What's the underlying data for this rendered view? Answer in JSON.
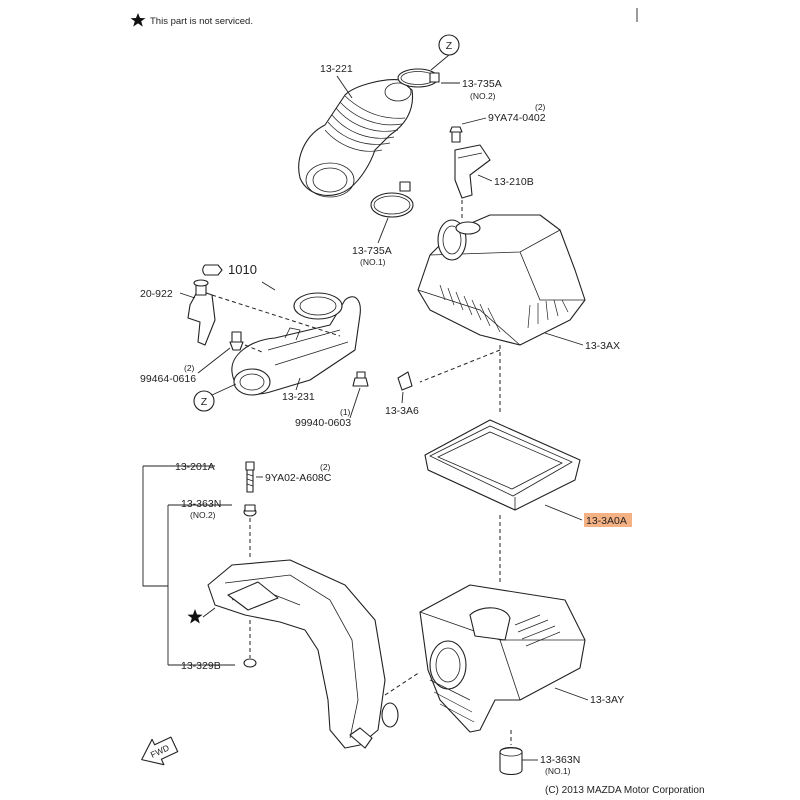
{
  "header": {
    "note": "This part is not serviced."
  },
  "copyright": "(C) 2013 MAZDA Motor Corporation",
  "callouts": {
    "z_top": "Z",
    "z_left": "Z",
    "ref_1010": "1010",
    "fwd": "FWD"
  },
  "parts": {
    "p13_221": "13-221",
    "p13_735A_no2": "13-735A",
    "p13_735A_no2_qty": "(NO.2)",
    "p9YA74_qty": "(2)",
    "p9YA74": "9YA74-0402",
    "p13_210B": "13-210B",
    "p13_735A_no1": "13-735A",
    "p13_735A_no1_qty": "(NO.1)",
    "p20_922": "20-922",
    "p99464_qty": "(2)",
    "p99464": "99464-0616",
    "p13_231": "13-231",
    "p99940_qty": "(1)",
    "p99940": "99940-0603",
    "p13_3A6": "13-3A6",
    "p13_3AX": "13-3AX",
    "p13_201A": "13-201A",
    "p9YA02_qty": "(2)",
    "p9YA02": "9YA02-A608C",
    "p13_363N_no2": "13-363N",
    "p13_363N_no2_qty": "(NO.2)",
    "p13_3A0A": "13-3A0A",
    "p13_329B": "13-329B",
    "p13_3AY": "13-3AY",
    "p13_363N_no1": "13-363N",
    "p13_363N_no1_qty": "(NO.1)"
  },
  "colors": {
    "highlight": "#f4b183",
    "line": "#222222"
  },
  "icons": [
    "star-icon",
    "fwd-arrow-icon",
    "pipe-icon"
  ]
}
